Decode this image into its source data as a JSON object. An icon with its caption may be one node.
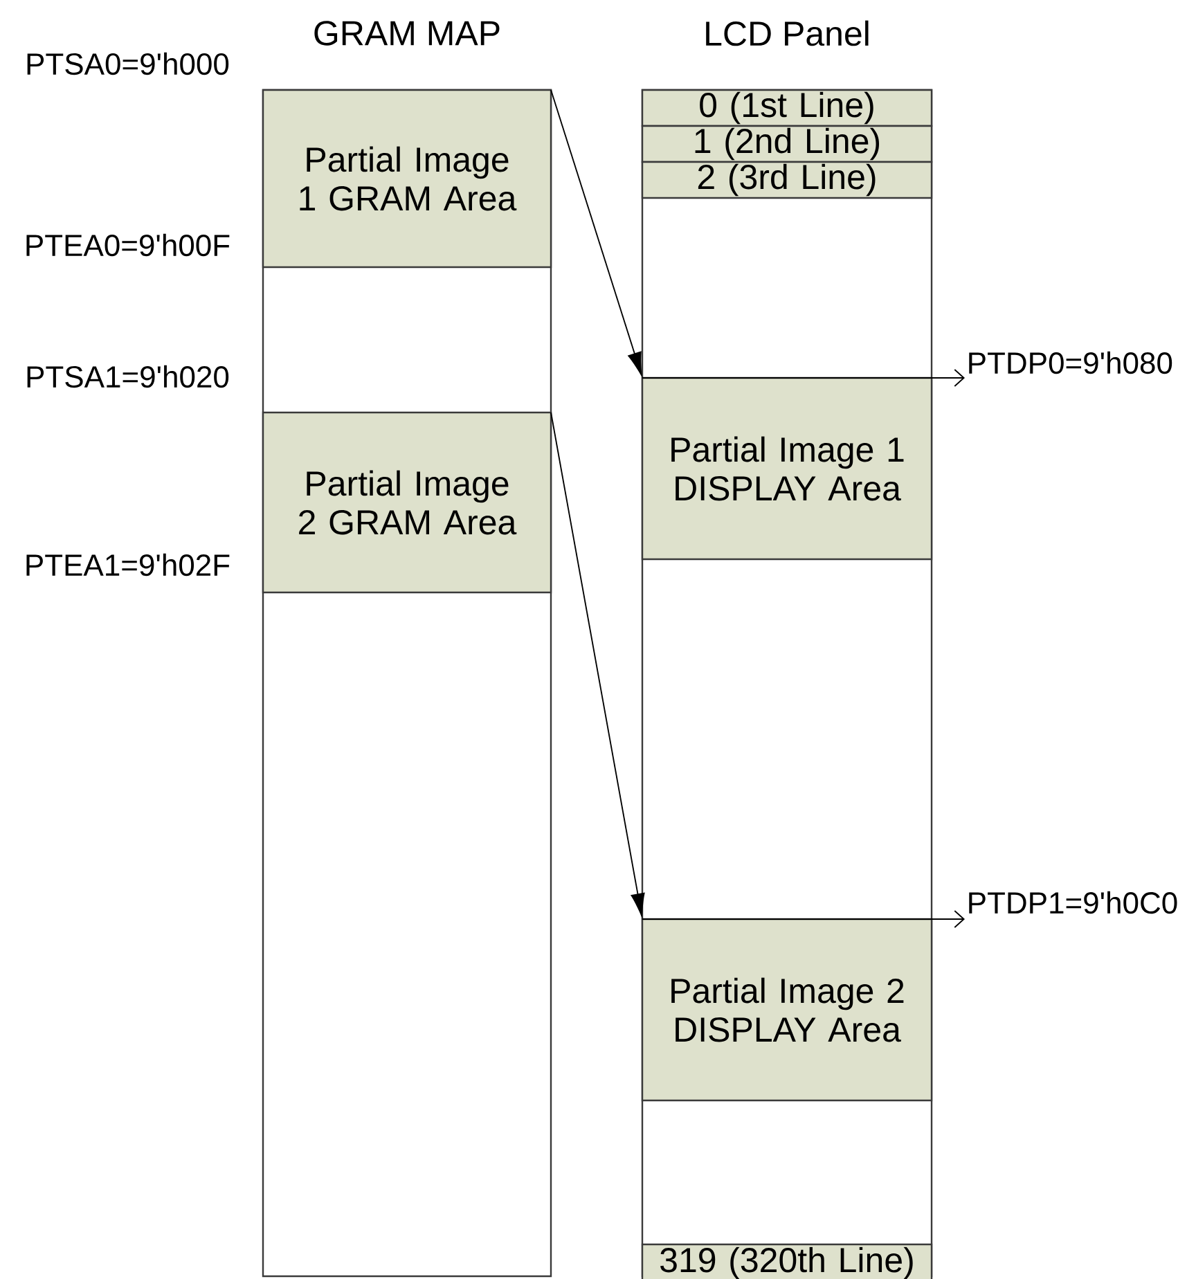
{
  "diagram": {
    "nodes": [
      {
        "text": [
          "GRAM MAP"
        ]
      },
      {
        "text": [
          "Partial Image 1 GRAM Area"
        ],
        "in": 0
      },
      {
        "text": [
          "Partial Image 2 GRAM Area"
        ],
        "in": 0
      },
      {
        "text": [
          "LCD Panel"
        ]
      },
      {
        "text": [
          "0 (1st Line)"
        ],
        "in": 3
      },
      {
        "text": [
          "1 (2nd Line)"
        ],
        "in": 3
      },
      {
        "text": [
          "2 (3rd Line)"
        ],
        "in": 3
      },
      {
        "text": [
          "Partial Image 1 DISPLAY Area"
        ],
        "in": 3
      },
      {
        "text": [
          "Partial Image 2 DISPLAY Area"
        ],
        "in": 3
      },
      {
        "text": [
          "319 (320th Line)"
        ],
        "in": 3
      },
      {
        "text": [
          "PTDP0=9'h080"
        ]
      },
      {
        "text": [
          "PTDP1=9'h0C0"
        ]
      }
    ],
    "edges": [
      {
        "from": 1,
        "to": 7,
        "arrow": "to"
      },
      {
        "from": 2,
        "to": 8,
        "arrow": "to"
      },
      {
        "from": 7,
        "to": 10,
        "arrow": "to"
      },
      {
        "from": 8,
        "to": 11,
        "arrow": "to"
      }
    ],
    "labels": [
      "PTSA0=9'h000",
      "PTEA0=9'h00F",
      "PTSA1=9'h020",
      "PTEA1=9'h02F"
    ]
  }
}
